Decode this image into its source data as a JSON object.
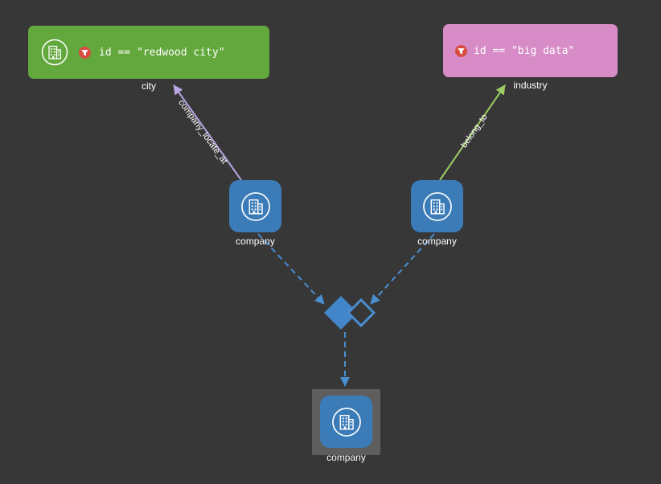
{
  "canvas": {
    "background": "#373737"
  },
  "graph": {
    "cards": [
      {
        "label": "city",
        "filter": "id == \"redwood city\"",
        "color": "#63a83d"
      },
      {
        "label": "industry",
        "filter": "id == \"big data\"",
        "color": "#d78cc7"
      }
    ],
    "vertices": [
      {
        "label": "company",
        "color": "#3b7cb8"
      },
      {
        "label": "company",
        "color": "#3b7cb8"
      },
      {
        "label": "company",
        "color": "#3b7cb8",
        "selected": true
      }
    ],
    "edges": [
      {
        "label": "company_locate_at",
        "color": "#b7a4e0",
        "style": "solid",
        "from": "company",
        "to": "city"
      },
      {
        "label": "belong_to",
        "color": "#9ccb62",
        "style": "solid",
        "from": "company",
        "to": "industry"
      }
    ],
    "operator": {
      "type": "intersect",
      "color": "#4285c8"
    },
    "dashed_edge_color": "#4a8ed2",
    "icons": {
      "vertex": "building-icon",
      "filter": "filter-icon"
    }
  }
}
